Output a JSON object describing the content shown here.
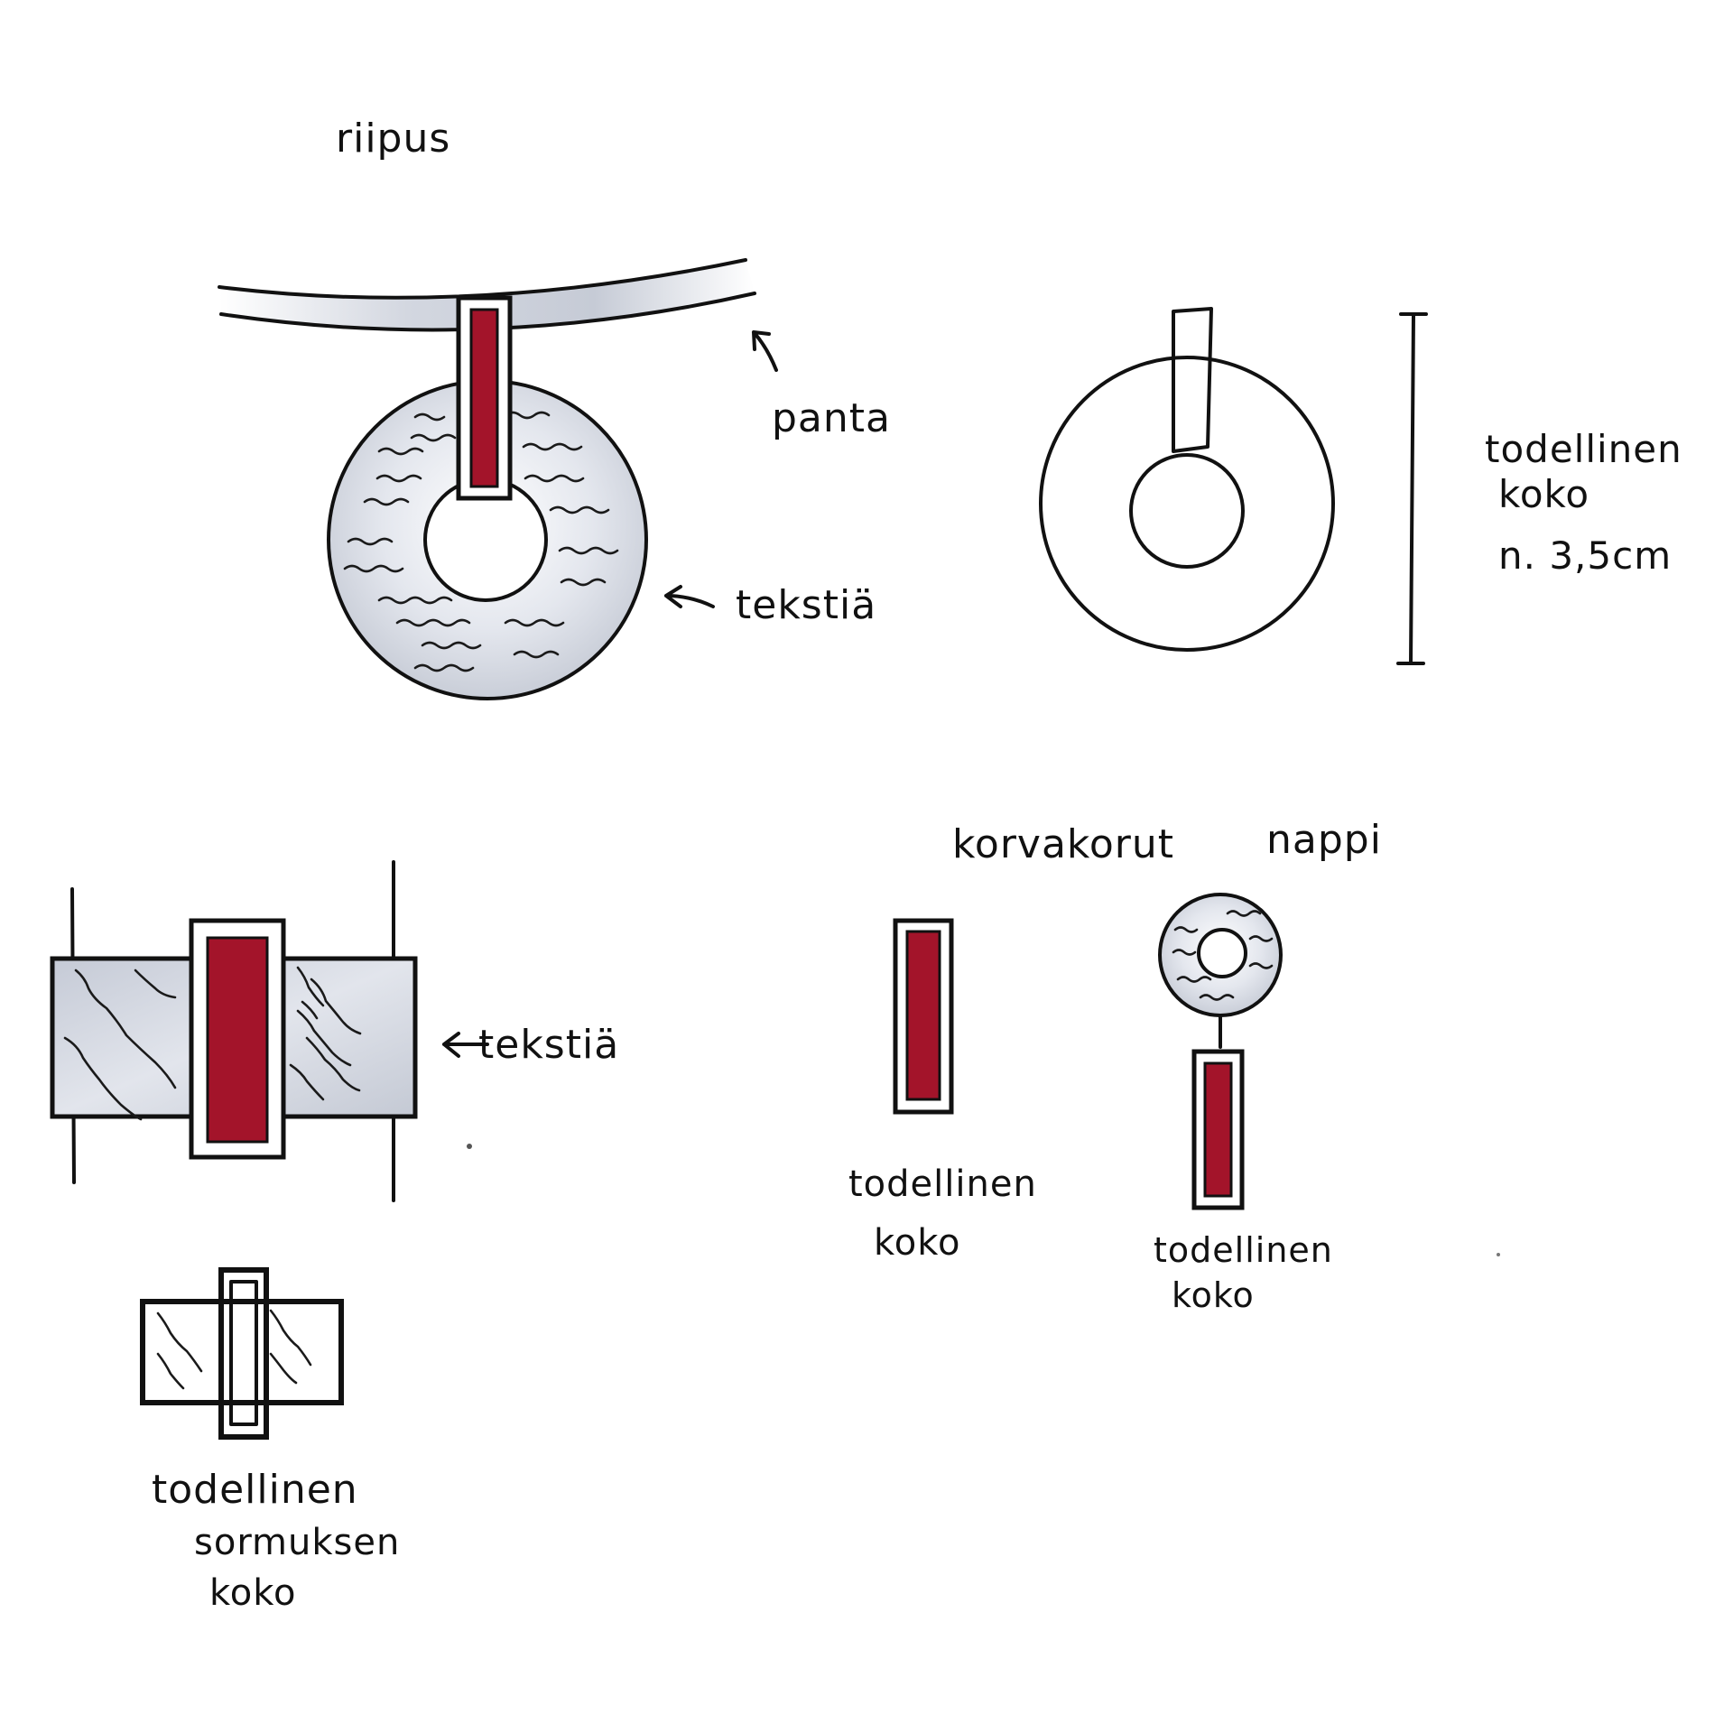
{
  "colors": {
    "ink": "#111111",
    "enamel_red": "#a3142a",
    "silver_wash": "#c9ced8",
    "paper": "#ffffff"
  },
  "pendant": {
    "title": "riipus",
    "band_label": "panta",
    "texture_label": "tekstiä",
    "size_line1": "todellinen",
    "size_line2": "koko",
    "size_line3": "n. 3,5cm"
  },
  "ring": {
    "texture_label": "tekstiä",
    "size_line1": "todellinen",
    "size_line2": "sormuksen",
    "size_line3": "koko"
  },
  "earrings": {
    "title": "korvakorut",
    "button_title": "nappi",
    "bar_size_line1": "todellinen",
    "bar_size_line2": "koko",
    "button_size_line1": "todellinen",
    "button_size_line2": "koko"
  }
}
